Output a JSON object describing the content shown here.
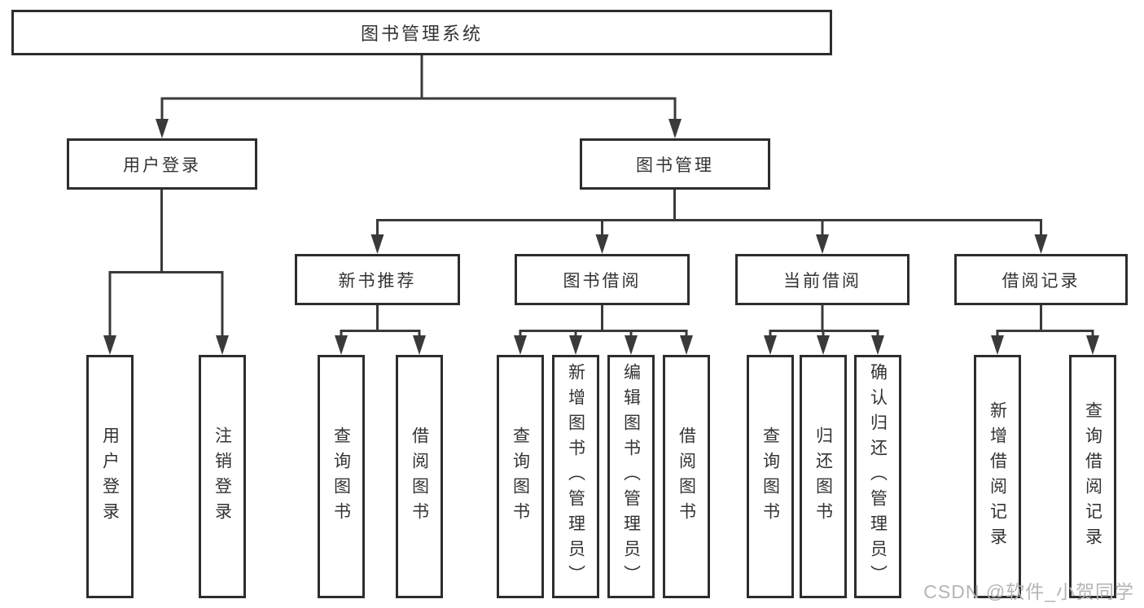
{
  "diagram": {
    "root": {
      "label": "图书管理系统"
    },
    "branches": [
      {
        "label": "用户登录",
        "children": [
          {
            "label": "用户登录"
          },
          {
            "label": "注销登录"
          }
        ]
      },
      {
        "label": "图书管理",
        "children": [
          {
            "label": "新书推荐",
            "children": [
              {
                "label": "查询图书"
              },
              {
                "label": "借阅图书"
              }
            ]
          },
          {
            "label": "图书借阅",
            "children": [
              {
                "label": "查询图书"
              },
              {
                "label": "新增图书（管理员）"
              },
              {
                "label": "编辑图书（管理员）"
              },
              {
                "label": "借阅图书"
              }
            ]
          },
          {
            "label": "当前借阅",
            "children": [
              {
                "label": "查询图书"
              },
              {
                "label": "归还图书"
              },
              {
                "label": "确认归还（管理员）"
              }
            ]
          },
          {
            "label": "借阅记录",
            "children": [
              {
                "label": "新增借阅记录"
              },
              {
                "label": "查询借阅记录"
              }
            ]
          }
        ]
      }
    ]
  },
  "watermark": "CSDN @软件_小贺同学",
  "colors": {
    "line": "#3a3a3a",
    "box_border": "#2d2d2d",
    "box_bg": "#ffffff",
    "text": "#333333",
    "watermark": "#b5b5b5",
    "background": "#ffffff"
  }
}
